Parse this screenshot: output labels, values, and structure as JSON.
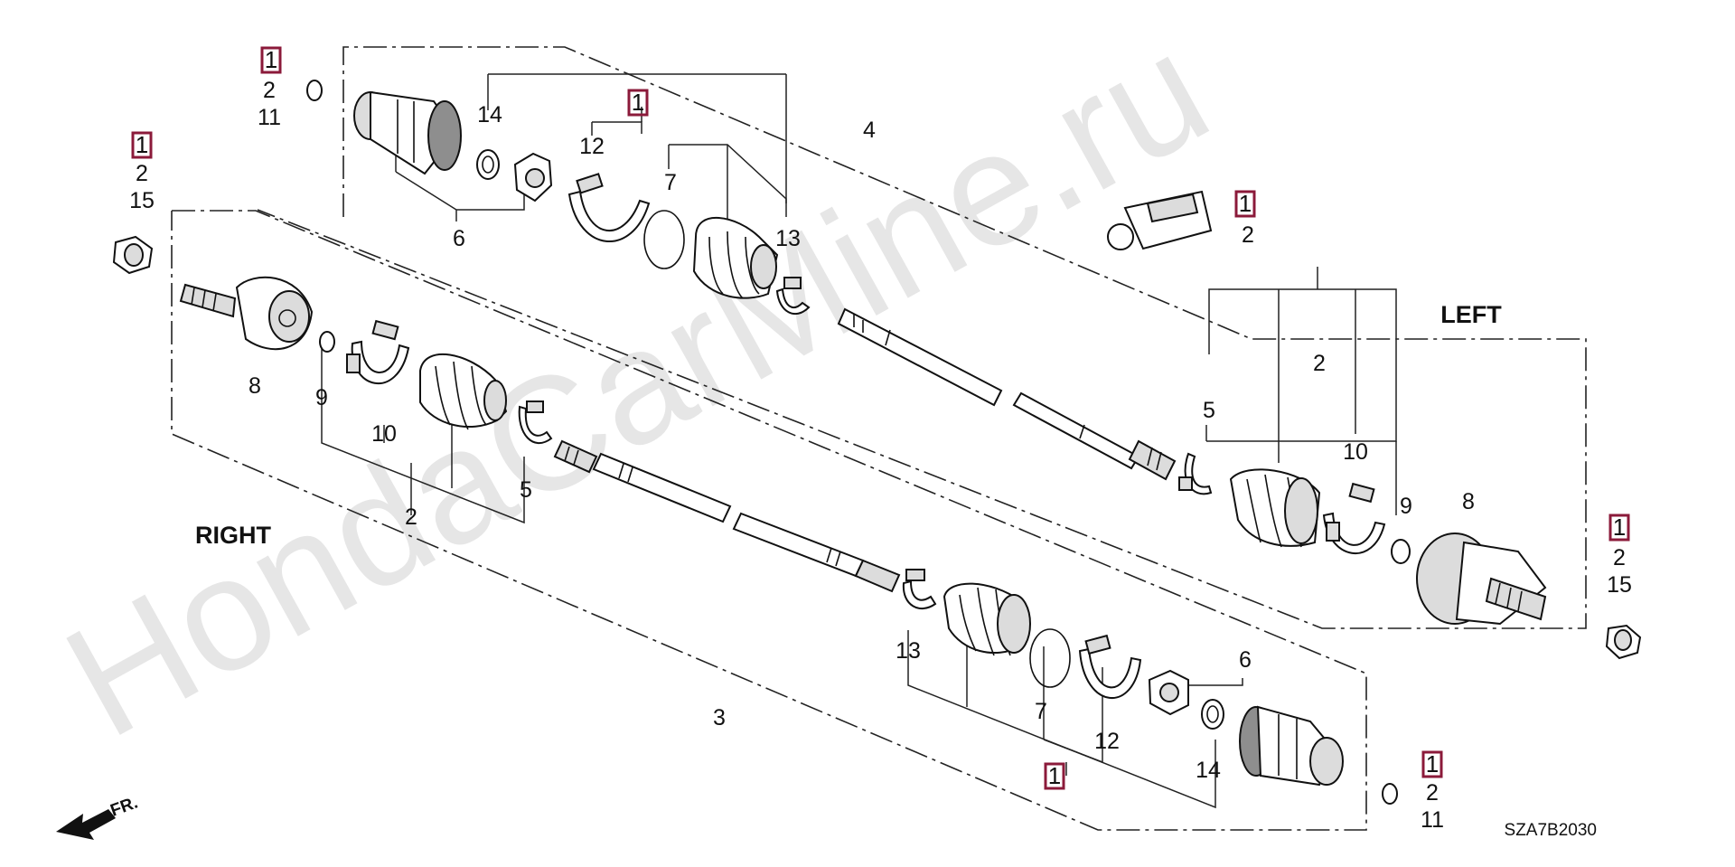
{
  "watermark": "HondaCarMine.ru",
  "diagram_code": "SZA7B2030",
  "direction_label": "FR.",
  "side_labels": {
    "left": "LEFT",
    "right": "RIGHT"
  },
  "note_marker": "1",
  "colors": {
    "note_box": "#8b1a3a",
    "watermark": "#e6e6e6",
    "line": "#222222"
  },
  "ref": {
    "left_assembly": "4",
    "right_assembly": "3",
    "left_outer_kit": "2",
    "left_outer_boot_band_a": "5",
    "left_outer_boot_band_b": "10",
    "left_circlip": "9",
    "left_outer_joint": "8",
    "left_inner_joint": "6",
    "left_ring": "14",
    "left_stopper_band": "12",
    "left_set_ring": "7",
    "left_inner_band": "13",
    "right_outer_joint": "8",
    "right_circlip": "9",
    "right_outer_band": "10",
    "right_outer_kit": "2",
    "right_inner_band_small": "5",
    "right_inner_band_a": "13",
    "right_set_ring": "7",
    "right_stopper_band": "12",
    "right_inner_joint": "6",
    "right_ring": "14",
    "nut_a_line1": "2",
    "nut_a_line2": "15",
    "nut_b_line1": "2",
    "nut_b_line2": "15",
    "clip_a_line1": "2",
    "clip_a_line2": "11",
    "clip_b_line1": "2",
    "clip_b_line2": "11",
    "grease_kit": "2"
  }
}
